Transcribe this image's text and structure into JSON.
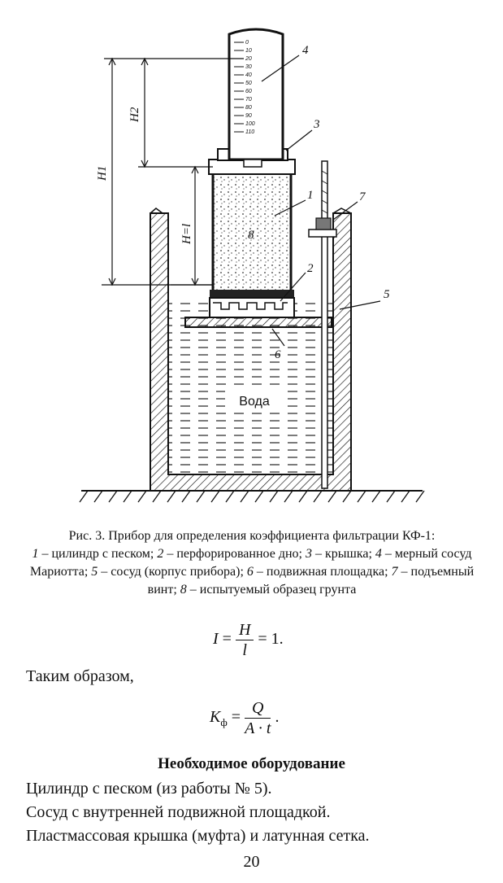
{
  "figure": {
    "scale_marks": [
      "0",
      "10",
      "20",
      "30",
      "40",
      "50",
      "60",
      "70",
      "80",
      "90",
      "100",
      "110"
    ],
    "labels": {
      "n1": "1",
      "n2": "2",
      "n3": "3",
      "n4": "4",
      "n5": "5",
      "n6": "6",
      "n7": "7",
      "n8": "8",
      "h1": "H1",
      "h2": "H2",
      "hl": "H=l",
      "water": "Вода"
    }
  },
  "caption": {
    "title": "Рис. 3. Прибор для определения коэффициента фильтрации КФ-1:",
    "items": [
      {
        "num": "1",
        "text": " – цилиндр с песком; "
      },
      {
        "num": "2",
        "text": " – перфорированное дно; "
      },
      {
        "num": "3",
        "text": " – крышка; "
      },
      {
        "num": "4",
        "text": " – мерный сосуд Мариотта; "
      },
      {
        "num": "5",
        "text": " – сосуд (корпус прибора); "
      },
      {
        "num": "6",
        "text": " – подвижная площадка; "
      },
      {
        "num": "7",
        "text": " – подъемный винт; "
      },
      {
        "num": "8",
        "text": " – испытуемый образец грунта"
      }
    ]
  },
  "formula1": {
    "lhs": "I",
    "num": "H",
    "den": "l",
    "rhs": "= 1."
  },
  "transition": "Таким образом,",
  "formula2": {
    "lhs": "K",
    "sub": "ф",
    "num": "Q",
    "den": "A · t",
    "end": "."
  },
  "heading": "Необходимое оборудование",
  "equipment": [
    "Цилиндр с песком (из работы № 5).",
    "Сосуд с внутренней подвижной площадкой.",
    "Пластмассовая крышка (муфта) и латунная сетка."
  ],
  "page_number": "20"
}
